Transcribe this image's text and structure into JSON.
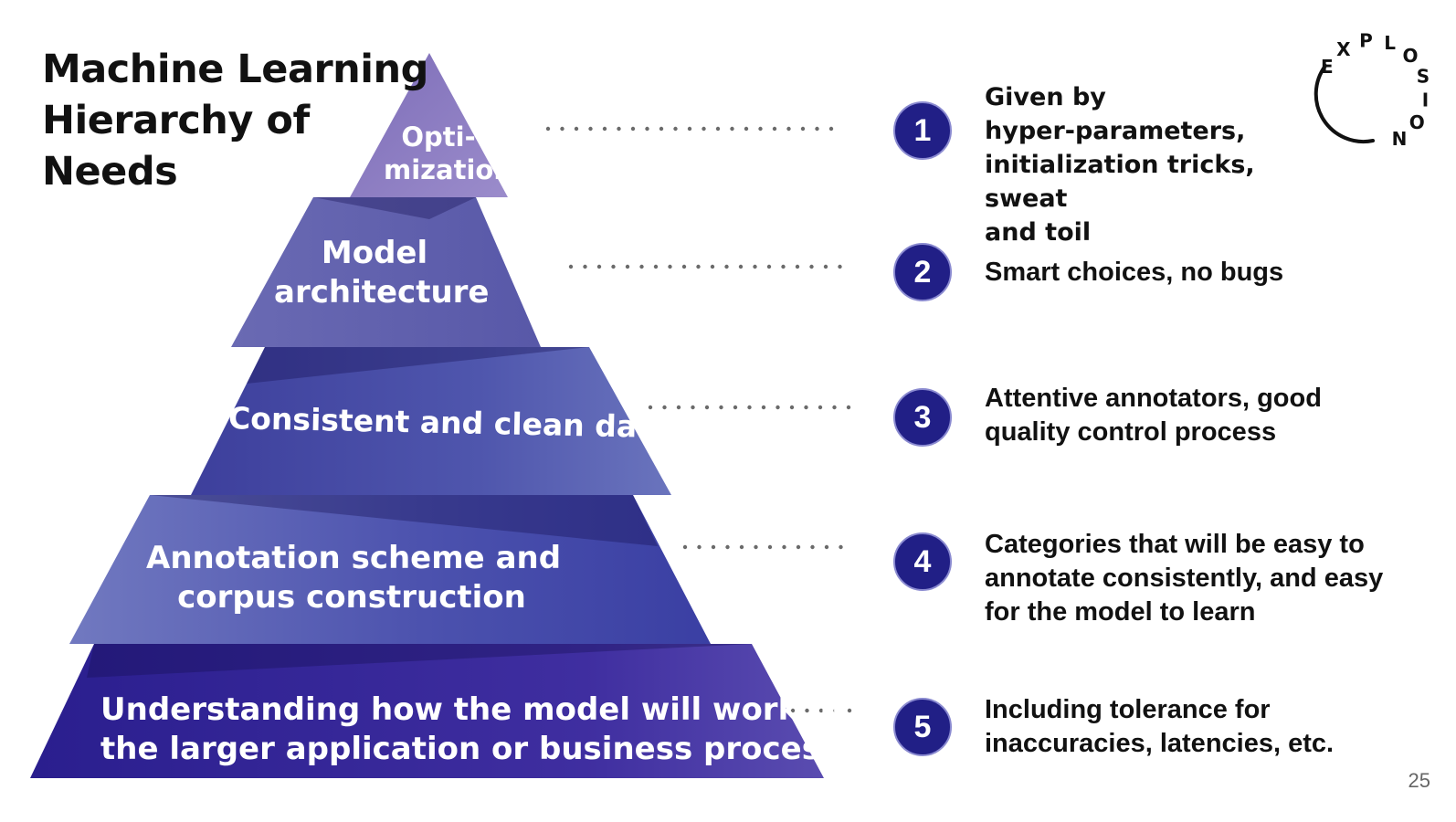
{
  "title": {
    "line1": "Machine Learning",
    "line2": "Hierarchy of",
    "line3": "Needs"
  },
  "pyramid": {
    "levels": [
      {
        "number": "1",
        "label_lines": [
          "Opti-",
          "mization"
        ],
        "description_lines": [
          "Given by",
          "hyper-parameters,",
          "initialization tricks, sweat",
          "and toil"
        ]
      },
      {
        "number": "2",
        "label_lines": [
          "Model",
          "architecture"
        ],
        "description_lines": [
          "Smart choices, no bugs"
        ]
      },
      {
        "number": "3",
        "label_lines": [
          "Consistent and clean data"
        ],
        "description_lines": [
          "Attentive annotators, good",
          "quality control process"
        ]
      },
      {
        "number": "4",
        "label_lines": [
          "Annotation scheme and",
          "corpus construction"
        ],
        "description_lines": [
          "Categories that will be easy to",
          "annotate consistently, and easy",
          "for the model to learn"
        ]
      },
      {
        "number": "5",
        "label_lines": [
          "Understanding how the model will  work in",
          "the larger application or business process"
        ],
        "description_lines": [
          "Including tolerance for",
          "inaccuracies, latencies, etc."
        ]
      }
    ]
  },
  "logo": {
    "text": "EXPLOSION"
  },
  "page_number": "25",
  "colors": {
    "badge": "#211f86",
    "level1": "#8a7cc0",
    "level2": "#5f5fad",
    "level3": "#4a50a8",
    "level4": "#4146a4",
    "level5": "#3a2a9a"
  }
}
